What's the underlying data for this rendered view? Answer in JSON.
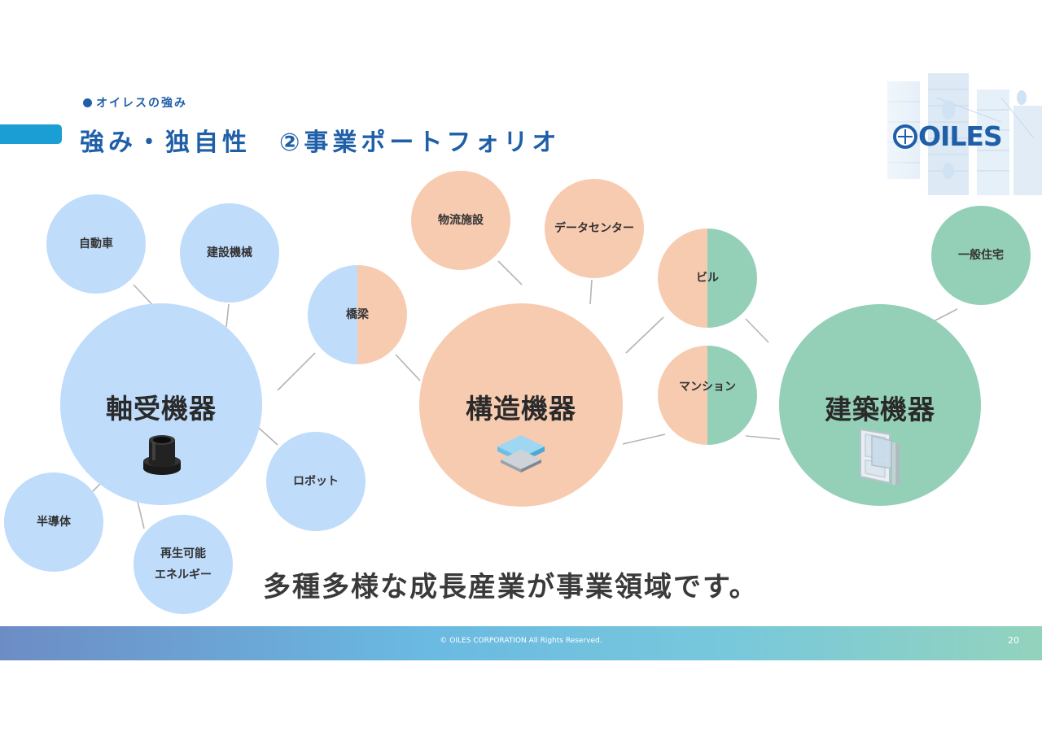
{
  "header": {
    "section_label": "オイレスの強み",
    "title": "強み・独自性　②事業ポートフォリオ",
    "logo_text": "OILES"
  },
  "core_segments": [
    {
      "label": "軸受機器",
      "icon": "bushing-icon",
      "color": "#bfdcfb"
    },
    {
      "label": "構造機器",
      "icon": "bearing-plate-icon",
      "color": "#f7cbb0"
    },
    {
      "label": "建築機器",
      "icon": "window-icon",
      "color": "#94d0b8"
    }
  ],
  "industries": {
    "automobile": "自動車",
    "construction_machinery": "建設機械",
    "bridge": "橋梁",
    "robot": "ロボット",
    "semiconductor": "半導体",
    "renewable_energy": [
      "再生可能",
      "エネルギー"
    ],
    "logistics": "物流施設",
    "data_center": "データセンター",
    "building": "ビル",
    "condominium": "マンション",
    "housing": "一般住宅"
  },
  "tagline": "多種多様な成長産業が事業領域です。",
  "footer": {
    "copyright": "© OILES CORPORATION All Rights Reserved.",
    "page_number": "20"
  }
}
